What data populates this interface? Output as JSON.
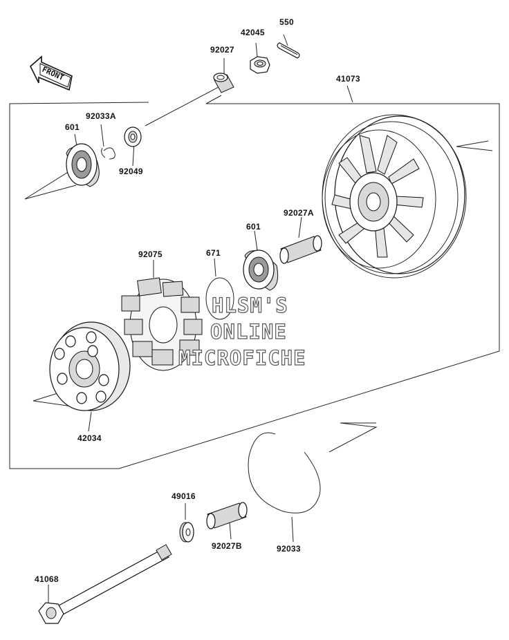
{
  "front_label": "FRONT",
  "watermark": {
    "line1": "HLSM'S",
    "line2": "ONLINE",
    "line3": "MICROFICHE"
  },
  "parts": [
    {
      "id": "p550",
      "number": "550",
      "name": "cotter-pin"
    },
    {
      "id": "p42045",
      "number": "42045",
      "name": "axle-nut"
    },
    {
      "id": "p92027",
      "number": "92027",
      "name": "collar"
    },
    {
      "id": "p41073",
      "number": "41073",
      "name": "rear-wheel"
    },
    {
      "id": "p92033A",
      "number": "92033A",
      "name": "circlip"
    },
    {
      "id": "p601a",
      "number": "601",
      "name": "ball-bearing-left"
    },
    {
      "id": "p92049",
      "number": "92049",
      "name": "oil-seal"
    },
    {
      "id": "p92027A",
      "number": "92027A",
      "name": "collar-a"
    },
    {
      "id": "p601b",
      "number": "601",
      "name": "ball-bearing-right"
    },
    {
      "id": "p92075",
      "number": "92075",
      "name": "damper"
    },
    {
      "id": "p671",
      "number": "671",
      "name": "o-ring"
    },
    {
      "id": "p42034",
      "number": "42034",
      "name": "sprocket-coupling"
    },
    {
      "id": "p49016",
      "number": "49016",
      "name": "washer"
    },
    {
      "id": "p92027B",
      "number": "92027B",
      "name": "collar-b"
    },
    {
      "id": "p92033",
      "number": "92033",
      "name": "circlip-large"
    },
    {
      "id": "p41068",
      "number": "41068",
      "name": "axle"
    }
  ]
}
